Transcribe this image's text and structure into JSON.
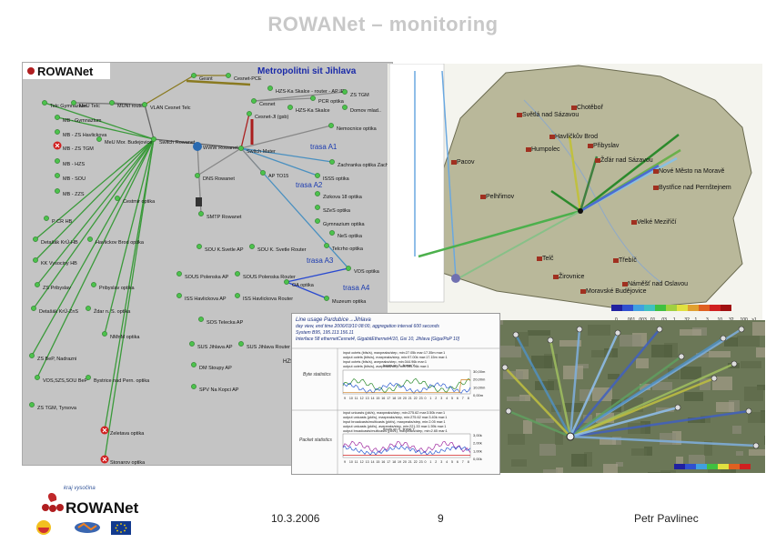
{
  "title": "ROWANet – monitoring",
  "footer": {
    "date": "10.3.2006",
    "page": "9",
    "author": "Petr Pavlinec"
  },
  "logo": {
    "brand": "ROWANet",
    "kraj": "kraj vysočina"
  },
  "network_map": {
    "brand": "ROWANet",
    "heading": "Metropolitni sit Jihlava",
    "nodes": [
      {
        "id": "n1",
        "label": "Gesnt"
      },
      {
        "id": "n2",
        "label": "Cesnet-PCE"
      },
      {
        "id": "n3",
        "label": "HZS-Ka Skalce - router - AP IE"
      },
      {
        "id": "n4",
        "label": "ZS TGM"
      },
      {
        "id": "n5",
        "label": "PCR optika"
      },
      {
        "id": "n6",
        "label": "Telc Gymnazium"
      },
      {
        "id": "n7",
        "label": "MeU Telc"
      },
      {
        "id": "n8",
        "label": "MUNI router"
      },
      {
        "id": "n9",
        "label": "VLAN Cesnet Telc"
      },
      {
        "id": "n10",
        "label": "Cesnet"
      },
      {
        "id": "n11",
        "label": "HZS-Ka Skalce"
      },
      {
        "id": "n12",
        "label": "Domov mlad.."
      },
      {
        "id": "n13",
        "label": "Cesnet-Jl (gsb)"
      },
      {
        "id": "n14",
        "label": "Nemocnice optika"
      },
      {
        "id": "n15",
        "label": "MB - Gymnazium"
      },
      {
        "id": "n16",
        "label": "MB - ZS Havlickova"
      },
      {
        "id": "n17",
        "label": "MeU Mor. Budejovice"
      },
      {
        "id": "n18",
        "label": "MB - ZS TGM"
      },
      {
        "id": "n19",
        "label": "MB - HZS"
      },
      {
        "id": "n20",
        "label": "MB - SOU"
      },
      {
        "id": "n21",
        "label": "MB - ZZS"
      },
      {
        "id": "n22",
        "label": "Switch Rowanet"
      },
      {
        "id": "n23",
        "label": "WWW Rowanet"
      },
      {
        "id": "n24",
        "label": "Switch Mater"
      },
      {
        "id": "n25",
        "label": "Zachranka optika Zachr."
      },
      {
        "id": "n26",
        "label": "DNS Rowanet"
      },
      {
        "id": "n27",
        "label": "AP TO15"
      },
      {
        "id": "n28",
        "label": "ISSS optika"
      },
      {
        "id": "n29",
        "label": "Cestmir optika"
      },
      {
        "id": "n30",
        "label": "Zizkova 18 optika"
      },
      {
        "id": "n31",
        "label": "SZeS optika"
      },
      {
        "id": "n32",
        "label": "SMTP Rowanet"
      },
      {
        "id": "n33",
        "label": "P CR HB"
      },
      {
        "id": "n34",
        "label": "Gymnazium optika"
      },
      {
        "id": "n35",
        "label": "NeS optika"
      },
      {
        "id": "n36",
        "label": "Detaŝák KrÚ-HB"
      },
      {
        "id": "n37",
        "label": "Havlickov Brod optika"
      },
      {
        "id": "n38",
        "label": "Telcrho optika"
      },
      {
        "id": "n39",
        "label": "SOU K.Svetle AP"
      },
      {
        "id": "n40",
        "label": "SOU K. Svetle Router"
      },
      {
        "id": "n41",
        "label": "KK Vysociny HB"
      },
      {
        "id": "n42",
        "label": "VOS optika"
      },
      {
        "id": "n43",
        "label": "SOUS Polenska AP"
      },
      {
        "id": "n44",
        "label": "SOUS Polenska Router"
      },
      {
        "id": "n45",
        "label": "OA optika"
      },
      {
        "id": "n46",
        "label": "ZS Pribyslav"
      },
      {
        "id": "n47",
        "label": "Pribyslav optika"
      },
      {
        "id": "n48",
        "label": "ISS Havlickova AP"
      },
      {
        "id": "n49",
        "label": "ISS Havlickova Router"
      },
      {
        "id": "n50",
        "label": "Detaŝák KrÚ-ZnS"
      },
      {
        "id": "n51",
        "label": "Ždar n. S. optika"
      },
      {
        "id": "n52",
        "label": "Muzeum optika"
      },
      {
        "id": "n53",
        "label": "SOS Telecka AP"
      },
      {
        "id": "n54",
        "label": "NMnM optika"
      },
      {
        "id": "n55",
        "label": "ZS BeP, Nadrazni"
      },
      {
        "id": "n56",
        "label": "SUS Jihlava AP"
      },
      {
        "id": "n57",
        "label": "SUS Jihlava Router"
      },
      {
        "id": "n58",
        "label": "DM Stoupy AP"
      },
      {
        "id": "n59",
        "label": "VOS,SZS,SOU BeP"
      },
      {
        "id": "n60",
        "label": "Bystrice nad Pern. optika"
      },
      {
        "id": "n61",
        "label": "SPV Na Kopci AP"
      },
      {
        "id": "n62",
        "label": "ZS TGM, Tyrsova"
      },
      {
        "id": "n63",
        "label": "Zeletava optika"
      },
      {
        "id": "n64",
        "label": "Stonarov optika"
      }
    ],
    "route_labels": [
      "trasa A1",
      "trasa A2",
      "trasa A3",
      "trasa A4"
    ],
    "extra": [
      "HZS"
    ]
  },
  "region_map": {
    "towns": [
      "Chotěboř",
      "Světlá nad Sázavou",
      "Havlíčkův Brod",
      "Humpolec",
      "Přibyslav",
      "Žďár nad Sázavou",
      "Pacov",
      "Nové Město na Moravě",
      "Bystřice nad Pernštejnem",
      "Pelhřimov",
      "Velké Meziříčí",
      "Telč",
      "Třebíč",
      "Žirovnice",
      "Náměšť nad Oslavou",
      "Moravské Budějovice"
    ],
    "scale_ticks": [
      "0",
      ".001",
      ".003",
      ".01",
      ".03",
      ".1",
      ".32",
      "1",
      "3",
      "10",
      "32",
      "100",
      ">1"
    ]
  },
  "traffic_panel": {
    "lines": [
      "Line usage Pardubice→Jihlava",
      "day view, end time 2006/03/10 08:00, aggregation interval 600 seconds",
      "System  B95, 195.113.156.11",
      "Interface  58 ethernetCesnet4, GigabitEthernet4/10, Gsi 10, Jihlava [Giga/PoP 10]"
    ],
    "byte_label": "Byte statistics",
    "packet_label": "Packet statistics",
    "legend_rows": [
      "input octets (bits/s), maxpeaks/step, min:27.05k mar:17.35m mar:1",
      "output octets (bits/s), maxpeaks/step, min:97.00k mar:17.15m mar:1",
      "input octets (bits/s), avepeaks/step, min:344.96k mar:1",
      "output octets (bits/s), avepeaks/step, min:344.96k mar:1",
      "input unicasts (pkt/s), maxpeaks/step, min:275.62 mar:3.50k mar:1",
      "output unicasts (pkt/s), maxpeaks/step, min:275.62 mar:3.40k mar:1",
      "input broadcasts/multicasts (pkt/s), maxpeaks/step, min:2.05 mar:1",
      "output unicasts (pkt/s), avepeaks/step, min:221.33 mar:1.59k mar:1",
      "output broadcasts/multicasts (pkt/s), maxpeaks/step, min:2.65 mar:1"
    ],
    "byte_axis": [
      "30,00m",
      "20,00m",
      "10,00m",
      "0,00m"
    ],
    "packet_axis": [
      "3,00k",
      "2,00k",
      "1,00k",
      "0,00k"
    ],
    "hours": [
      "9",
      "10",
      "11",
      "12",
      "13",
      "14",
      "15",
      "16",
      "17",
      "18",
      "19",
      "20",
      "21",
      "22",
      "23",
      "0",
      "1",
      "2",
      "3",
      "4",
      "5",
      "6",
      "7",
      "8"
    ],
    "x_caption": "hours on X, linear Y"
  }
}
